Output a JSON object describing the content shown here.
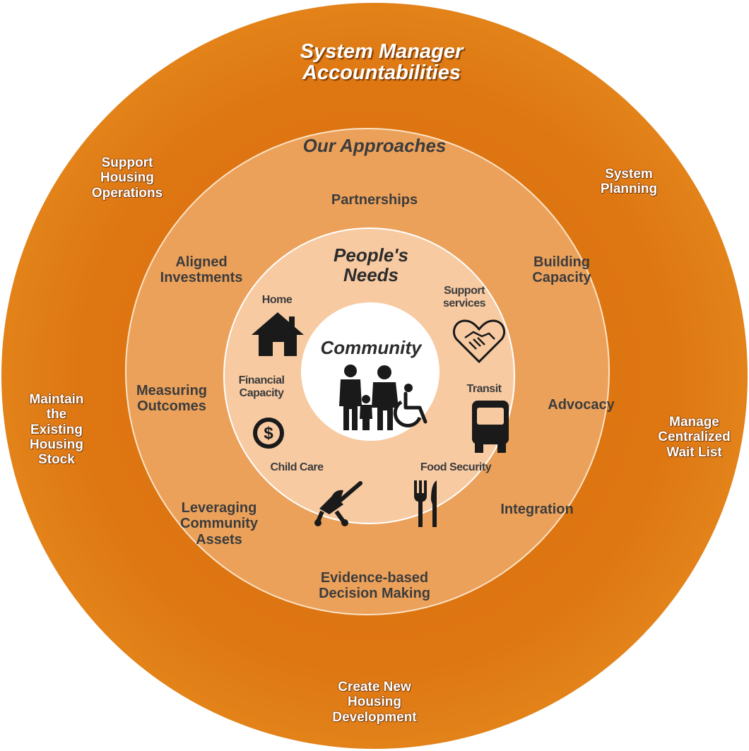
{
  "diagram": {
    "title": "System Manager Accountabilities",
    "outer_labels": {
      "support_housing_operations": "Support\nHousing\nOperations",
      "system_planning": "System\nPlanning",
      "maintain_existing_stock": "Maintain\nthe\nExisting\nHousing\nStock",
      "manage_wait_list": "Manage\nCentralized\nWait List",
      "create_new_housing": "Create New\nHousing\nDevelopment"
    },
    "approaches": {
      "title": "Our Approaches",
      "partnerships": "Partnerships",
      "aligned_investments": "Aligned\nInvestments",
      "building_capacity": "Building\nCapacity",
      "measuring_outcomes": "Measuring\nOutcomes",
      "advocacy": "Advocacy",
      "leveraging_assets": "Leveraging\nCommunity\nAssets",
      "integration": "Integration",
      "evidence_based": "Evidence-based\nDecision Making"
    },
    "needs": {
      "title": "People's\nNeeds",
      "home": "Home",
      "support_services": "Support\nservices",
      "financial_capacity": "Financial\nCapacity",
      "transit": "Transit",
      "child_care": "Child Care",
      "food_security": "Food Security"
    },
    "core": {
      "title": "Community"
    },
    "colors": {
      "outer_ring": "#de7612",
      "middle_ring": "#eca15a",
      "inner_ring": "#f7caa2",
      "core": "#ffffff",
      "icon": "#1a1a1a"
    },
    "icons": [
      "house-icon",
      "handshake-heart-icon",
      "dollar-coin-icon",
      "bus-icon",
      "stroller-icon",
      "fork-knife-icon",
      "family-accessibility-icon"
    ]
  }
}
